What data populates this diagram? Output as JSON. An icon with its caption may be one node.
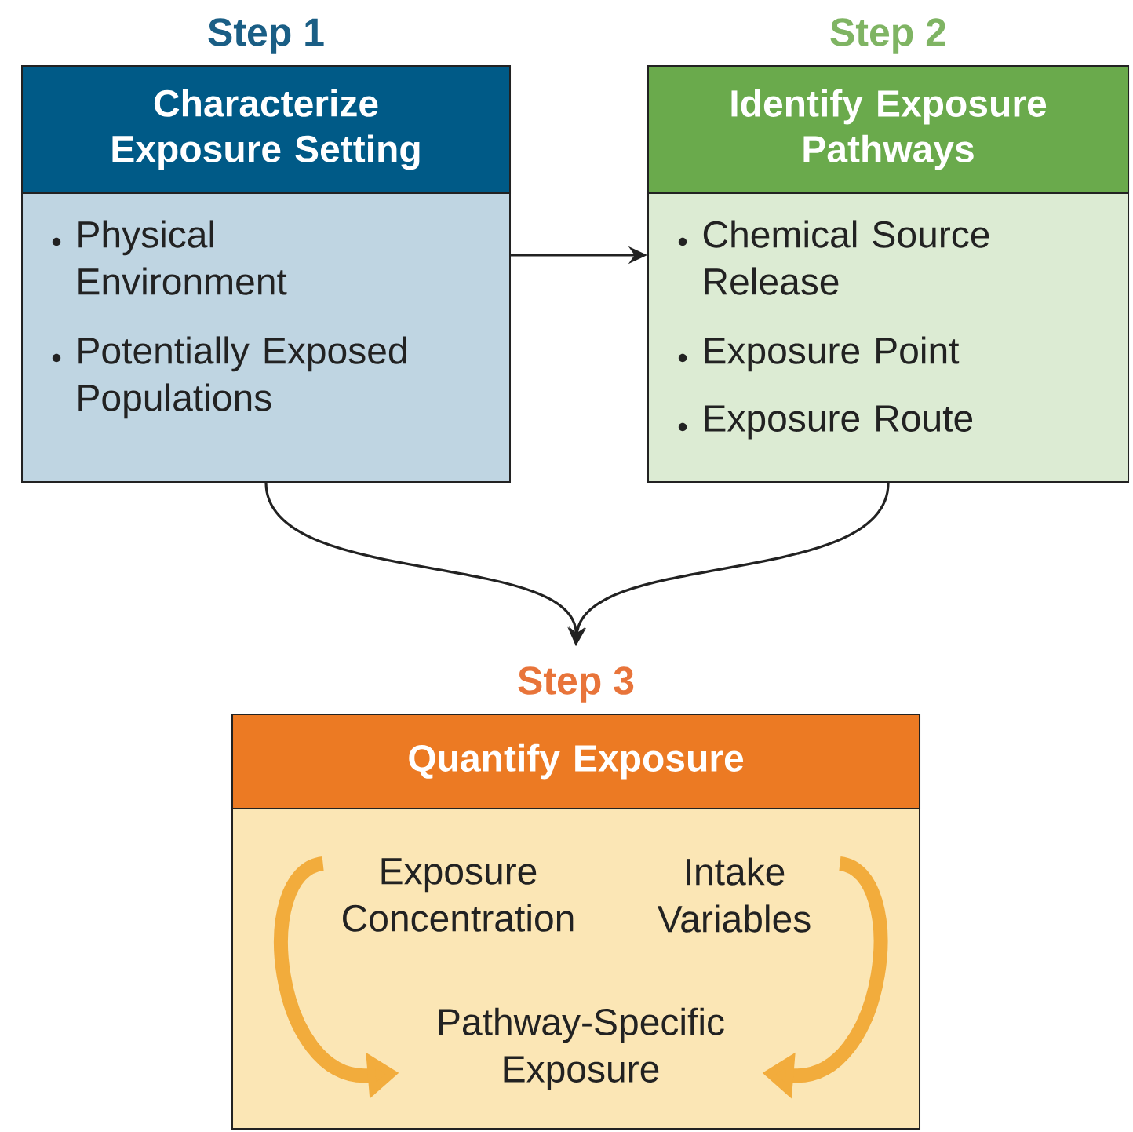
{
  "diagram": {
    "nodes": [
      {
        "text": [
          "Step 1",
          "Characterize Exposure Setting",
          "Physical Environment",
          "Potentially Exposed Populations"
        ]
      },
      {
        "text": [
          "Step 2",
          "Identify Exposure Pathways",
          "Chemical Source Release",
          "Exposure Point",
          "Exposure Route"
        ]
      },
      {
        "text": [
          "Step 3",
          "Quantify Exposure"
        ]
      },
      {
        "text": [
          "Exposure Concentration"
        ],
        "in": 2
      },
      {
        "text": [
          "Intake Variables"
        ],
        "in": 2
      },
      {
        "text": [
          "Pathway-Specific Exposure"
        ],
        "in": 2
      }
    ],
    "edges": [
      {
        "from": 0,
        "to": 1,
        "arrow": "to",
        "color": "#222222"
      },
      {
        "from": 0,
        "to": 2,
        "arrow": "to",
        "color": "#222222"
      },
      {
        "from": 1,
        "to": 2,
        "arrow": "to",
        "color": "#222222"
      },
      {
        "from": 3,
        "to": 5,
        "arrow": "to",
        "style": "thick",
        "color": "#f2ac3c"
      },
      {
        "from": 4,
        "to": 5,
        "arrow": "to",
        "style": "thick",
        "color": "#f2ac3c"
      }
    ]
  }
}
